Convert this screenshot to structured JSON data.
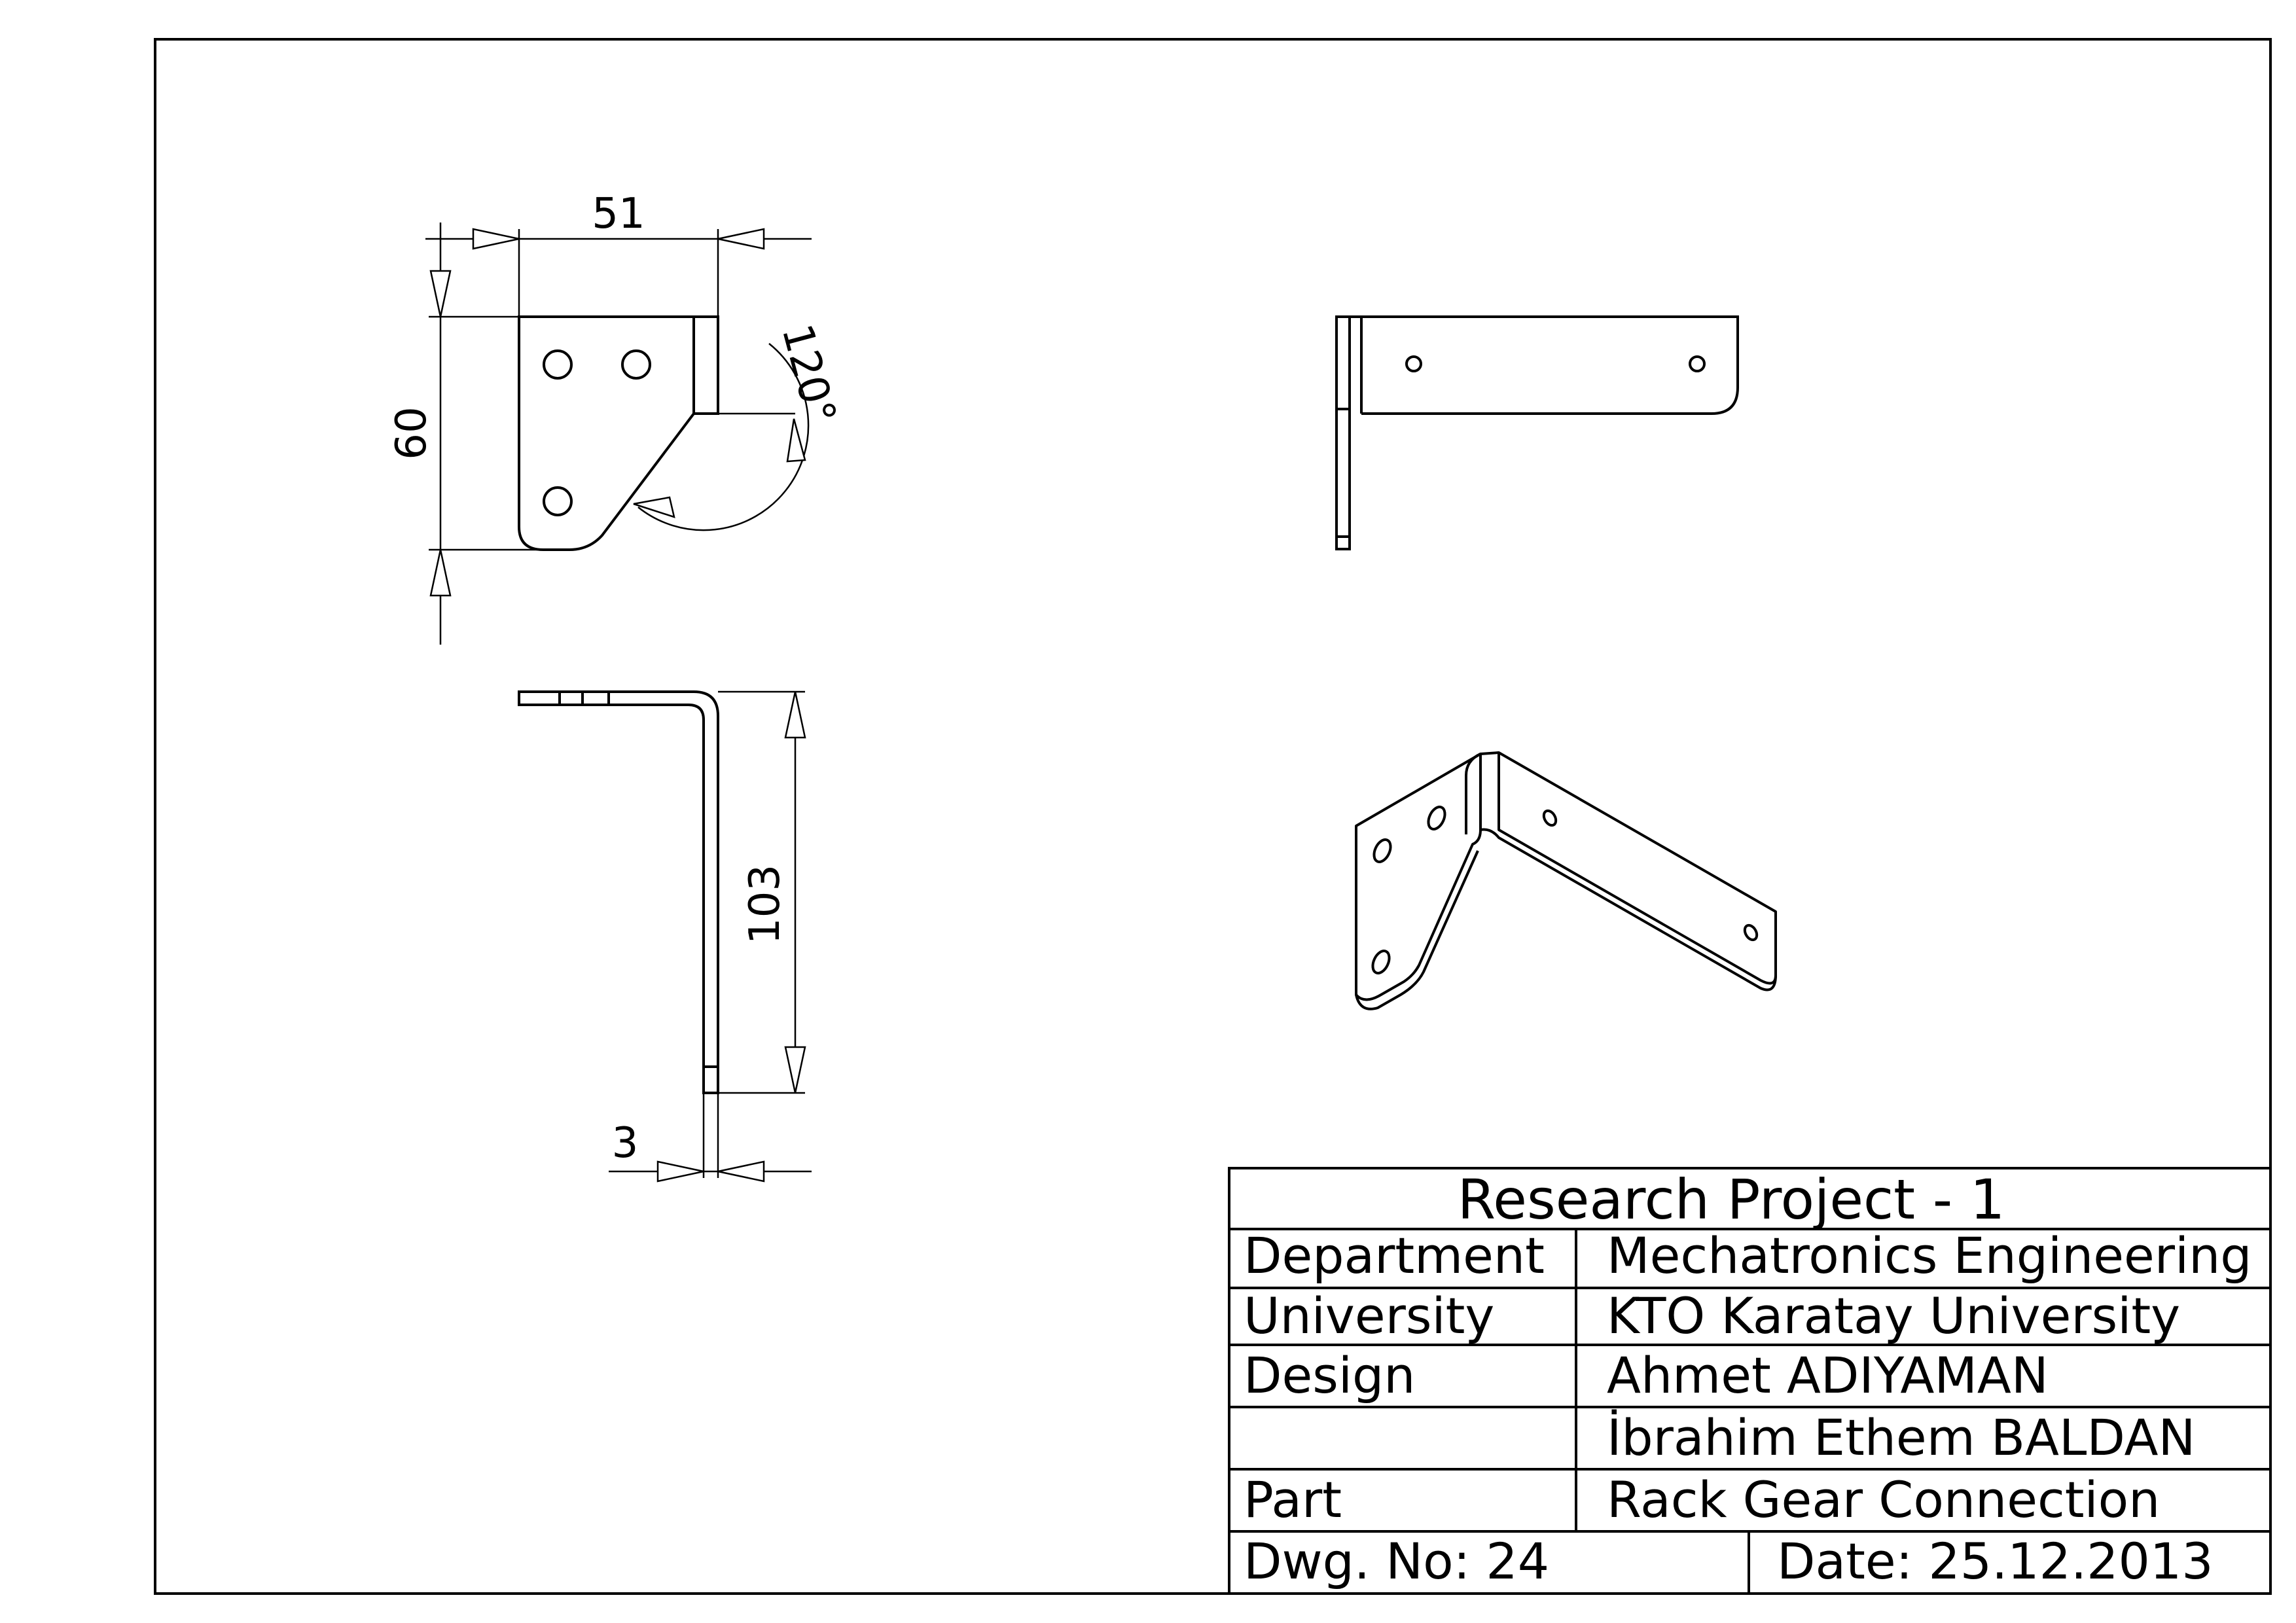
{
  "dimensions": {
    "width_top": "51",
    "height_left": "60",
    "angle": "120°",
    "length_side": "103",
    "thickness": "3"
  },
  "title_block": {
    "title": "Research Project - 1",
    "rows": [
      {
        "label": "Department",
        "value": "Mechatronics Engineering"
      },
      {
        "label": "University",
        "value": "KTO Karatay University"
      },
      {
        "label": "Design",
        "value": "Ahmet ADIYAMAN"
      },
      {
        "label": "",
        "value": "İbrahim Ethem BALDAN"
      },
      {
        "label": "Part",
        "value": "Rack Gear Connection"
      }
    ],
    "dwg_no": "Dwg. No: 24",
    "date": "Date: 25.12.2013"
  }
}
